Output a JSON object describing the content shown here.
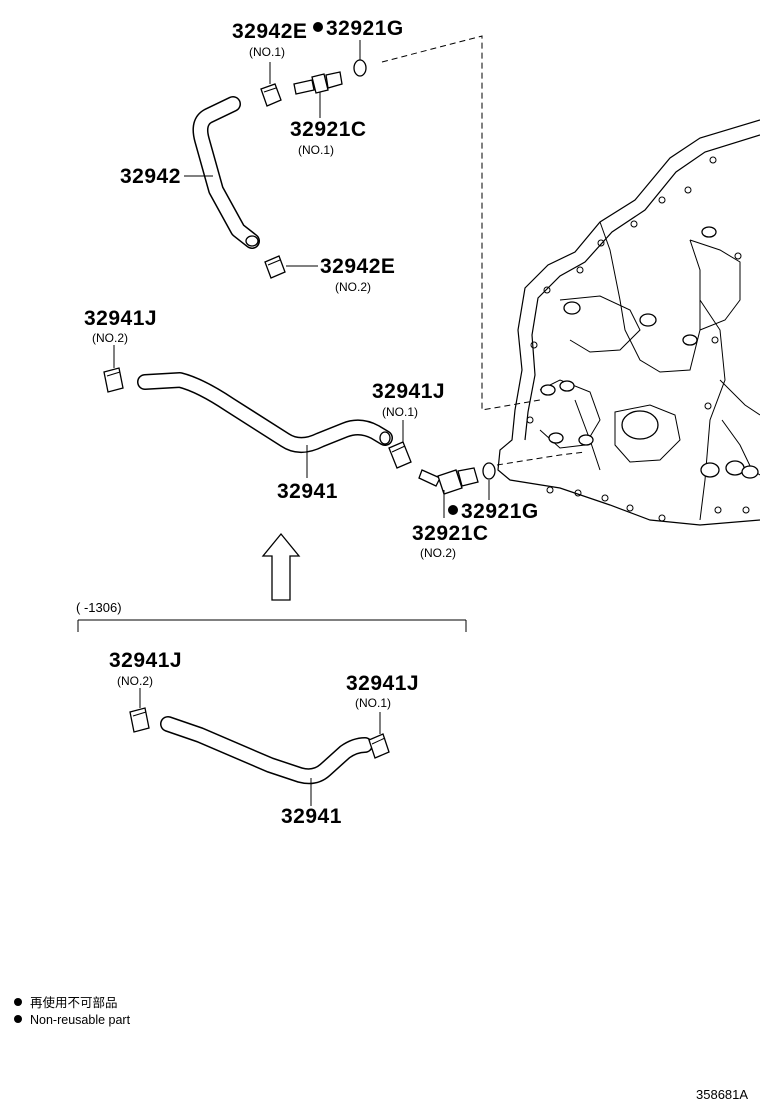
{
  "diagram": {
    "labels": {
      "hose_upper": "32942",
      "clamp_upper_no1": "32942E",
      "clamp_upper_no1_sub": "(NO.1)",
      "gasket_upper": "32921G",
      "union_upper": "32921C",
      "union_upper_sub": "(NO.1)",
      "clamp_upper_no2": "32942E",
      "clamp_upper_no2_sub": "(NO.2)",
      "clamp_mid_no2": "32941J",
      "clamp_mid_no2_sub": "(NO.2)",
      "clamp_mid_no1": "32941J",
      "clamp_mid_no1_sub": "(NO.1)",
      "hose_mid": "32941",
      "gasket_lower": "32921G",
      "union_lower": "32921C",
      "union_lower_sub": "(NO.2)",
      "range_note": "(      -1306)",
      "clamp_low_no2": "32941J",
      "clamp_low_no2_sub": "(NO.2)",
      "clamp_low_no1": "32941J",
      "clamp_low_no1_sub": "(NO.1)",
      "hose_low": "32941"
    },
    "legend": {
      "jp": "再使用不可部品",
      "en": "Non-reusable part"
    },
    "reference": "358681A"
  }
}
